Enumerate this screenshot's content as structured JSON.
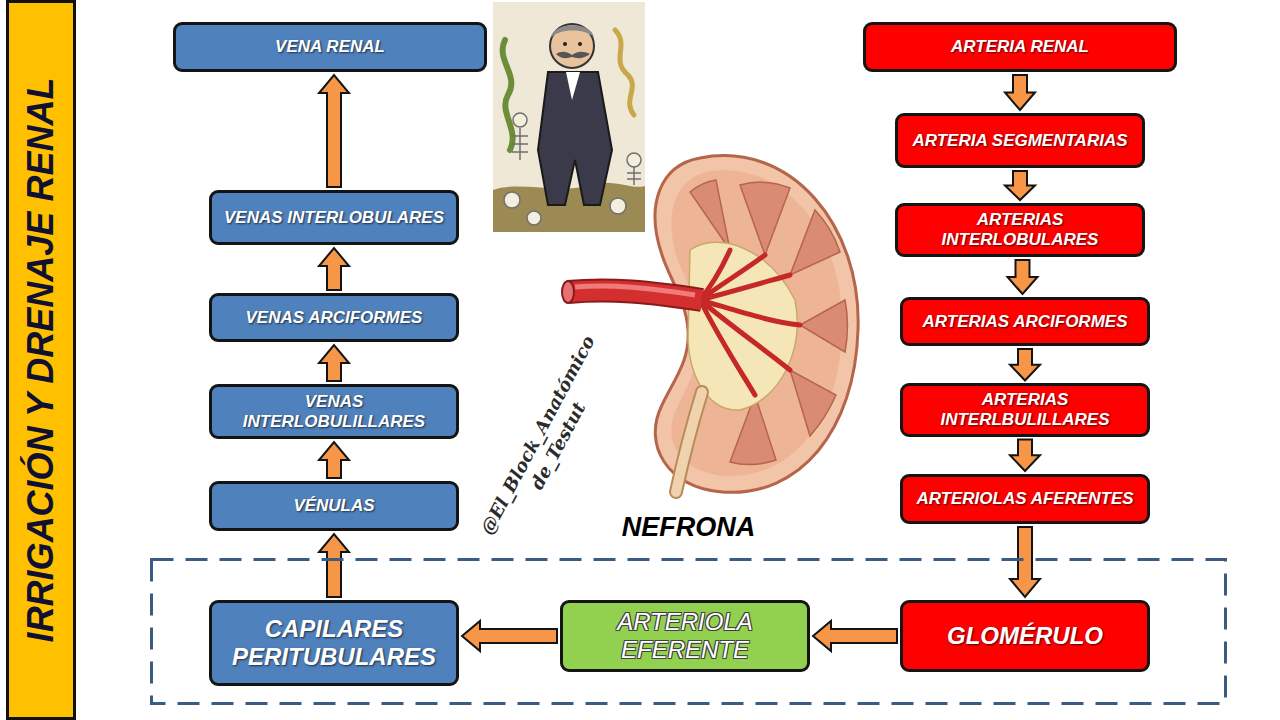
{
  "diagram": {
    "title": "IRRIGACIÓN Y DRENAJE RENAL",
    "nodes": [
      {
        "text": [
          "VENA RENAL"
        ]
      },
      {
        "text": [
          "ARTERIA RENAL"
        ]
      },
      {
        "text": [
          "ARTERIA SEGMENTARIAS"
        ]
      },
      {
        "text": [
          "VENAS INTERLOBULARES"
        ]
      },
      {
        "text": [
          "ARTERIAS INTERLOBULARES"
        ]
      },
      {
        "text": [
          "VENAS ARCIFORMES"
        ]
      },
      {
        "text": [
          "ARTERIAS ARCIFORMES"
        ]
      },
      {
        "text": [
          "VENAS INTERLOBULILLARES"
        ]
      },
      {
        "text": [
          "ARTERIAS INTERLBULILLARES"
        ]
      },
      {
        "text": [
          "VÉNULAS"
        ]
      },
      {
        "text": [
          "ARTERIOLAS AFERENTES"
        ]
      },
      {
        "text": [
          "NEFRONA"
        ]
      },
      {
        "text": [
          "CAPILARES PERITUBULARES"
        ],
        "in": 11
      },
      {
        "text": [
          "ARTERIOLA EFERENTE"
        ],
        "in": 11
      },
      {
        "text": [
          "GLOMÉRULO"
        ],
        "in": 11
      }
    ],
    "edges": [
      {
        "from": 1,
        "to": 2,
        "arrow": "to"
      },
      {
        "from": 2,
        "to": 4,
        "arrow": "to"
      },
      {
        "from": 4,
        "to": 6,
        "arrow": "to"
      },
      {
        "from": 6,
        "to": 8,
        "arrow": "to"
      },
      {
        "from": 8,
        "to": 10,
        "arrow": "to"
      },
      {
        "from": 10,
        "to": 14,
        "arrow": "to"
      },
      {
        "from": 14,
        "to": 13,
        "arrow": "to"
      },
      {
        "from": 13,
        "to": 12,
        "arrow": "to"
      },
      {
        "from": 12,
        "to": 9,
        "arrow": "to"
      },
      {
        "from": 9,
        "to": 7,
        "arrow": "to"
      },
      {
        "from": 7,
        "to": 5,
        "arrow": "to"
      },
      {
        "from": 5,
        "to": 3,
        "arrow": "to"
      },
      {
        "from": 3,
        "to": 0,
        "arrow": "to"
      }
    ],
    "labels": [
      "@El_Block_Anatómico de_Testut"
    ]
  }
}
